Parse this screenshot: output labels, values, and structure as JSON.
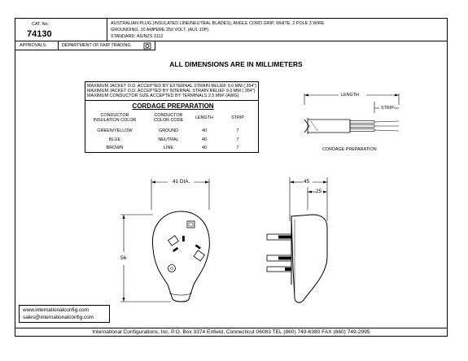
{
  "header": {
    "cat_label": "CAT. No.",
    "cat_number": "74130",
    "description_line1": "AUSTRALIAN PLUG (INSULATED LINE/NEUTRAL BLADES), ANGLE CORD GRIP, WHITE, 2 POLE 3 WIRE",
    "description_line2": "GROUNDING, 10 AMPERE 250 VOLT. (AU1-10P).",
    "standard": "STANDARD: AS/NZS 3112",
    "approvals_label": "APPROVALS:",
    "approvals_value": "DEPARTMENT OF FAIR TRADING"
  },
  "main_title": "ALL DIMENSIONS ARE IN MILLIMETERS",
  "cordage": {
    "notes": [
      "MAXIMUM JACKET O.D. ACCEPTED BY EXTERNAL STRAIN RELIEF 9.0 MM (.354\")",
      "MAXIMUM JACKET O.D. ACCEPTED BY INTERNAL STRAIN RELIEF 9.0 MM (.354\")",
      "MAXIMUM CONDUCTOR SIZE ACCEPTED BY TERMINALS 2.5 MM² (AWG)"
    ],
    "title": "CORDAGE PREPARATION",
    "columns": [
      "CONDUCTOR INSULATION COLOR",
      "CONDUCTOR COLOR CODE",
      "LENGTH",
      "STRIP"
    ],
    "rows": [
      [
        "GREEN/YELLOW",
        "GROUND",
        "40",
        "7"
      ],
      [
        "BLUE",
        "NEUTRAL",
        "40",
        "7"
      ],
      [
        "BROWN",
        "LINE",
        "40",
        "7"
      ]
    ]
  },
  "cord_diagram": {
    "length_label": "LENGTH",
    "strip_label": "STRIP",
    "caption": "CORDAGE PREPARATION"
  },
  "dimensions": {
    "dia": "41 DIA.",
    "height": "56",
    "depth": "45",
    "depth_inner": "25"
  },
  "contact": {
    "web": "www.internationalconfig.com",
    "email": "sales@internationalconfig.com"
  },
  "footer": "International Configurations, Inc.  P.O. Box 3374  Enfield, Connecticut 06083  TEL (860) 749-6380  FAX (860) 749-2995",
  "colors": {
    "line": "#000000",
    "background": "#ffffff"
  }
}
